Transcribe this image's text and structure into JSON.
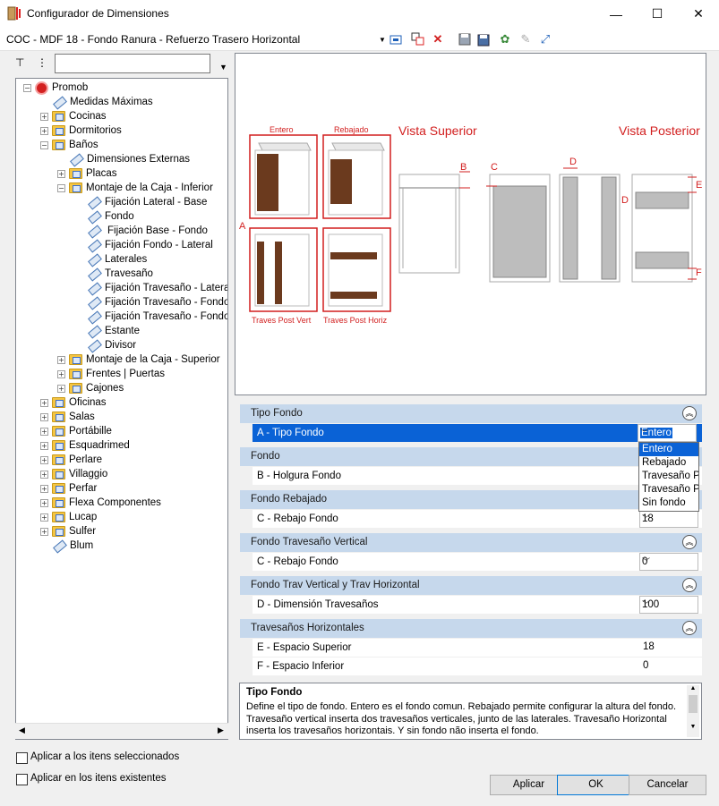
{
  "window": {
    "title": "Configurador de Dimensiones"
  },
  "toolbar": {
    "config_name": "COC - MDF 18 - Fondo Ranura - Refuerzo Trasero Horizontal"
  },
  "tree": {
    "search_value": "",
    "nodes": [
      {
        "label": "Promob"
      },
      {
        "label": "Medidas Máximas"
      },
      {
        "label": "Cocinas"
      },
      {
        "label": "Dormitorios"
      },
      {
        "label": "Baños"
      },
      {
        "label": "Dimensiones Externas"
      },
      {
        "label": "Placas"
      },
      {
        "label": "Montaje de la Caja - Inferior"
      },
      {
        "label": "Fijación Lateral - Base"
      },
      {
        "label": "Fondo"
      },
      {
        "label": "Fijación Base - Fondo"
      },
      {
        "label": "Fijación Fondo - Lateral"
      },
      {
        "label": "Laterales"
      },
      {
        "label": "Travesaño"
      },
      {
        "label": "Fijación Travesaño - Lateral"
      },
      {
        "label": "Fijación Travesaño - Fondo I"
      },
      {
        "label": "Fijación Travesaño - Fondo I"
      },
      {
        "label": "Estante"
      },
      {
        "label": "Divisor"
      },
      {
        "label": "Montaje de la Caja - Superior"
      },
      {
        "label": "Frentes | Puertas"
      },
      {
        "label": "Cajones"
      },
      {
        "label": "Oficinas"
      },
      {
        "label": "Salas"
      },
      {
        "label": "Portábille"
      },
      {
        "label": "Esquadrimed"
      },
      {
        "label": "Perlare"
      },
      {
        "label": "Villaggio"
      },
      {
        "label": "Perfar"
      },
      {
        "label": "Flexa Componentes"
      },
      {
        "label": "Lucap"
      },
      {
        "label": "Sulfer"
      },
      {
        "label": "Blum"
      }
    ]
  },
  "preview": {
    "label_entero": "Entero",
    "label_rebajado": "Rebajado",
    "label_vista_superior": "Vista Superior",
    "label_vista_posterior": "Vista Posterior",
    "label_traves_vert": "Traves Post Vert",
    "label_traves_horiz": "Traves Post Horiz",
    "dim_a": "A",
    "dim_b": "B",
    "dim_c": "C",
    "dim_d": "D",
    "dim_d2": "D",
    "dim_e": "E",
    "dim_f": "F"
  },
  "properties": {
    "sections": [
      {
        "title": "Tipo Fondo"
      },
      {
        "title": "Fondo"
      },
      {
        "title": "Fondo Rebajado"
      },
      {
        "title": "Fondo Travesaño Vertical"
      },
      {
        "title": "Fondo Trav Vertical y Trav Horizontal"
      },
      {
        "title": "Travesaños Horizontales"
      }
    ],
    "rows": [
      {
        "label": "A - Tipo Fondo",
        "value": "Entero"
      },
      {
        "label": "B - Holgura Fondo",
        "value": ""
      },
      {
        "label": "C - Rebajo Fondo",
        "value": "18"
      },
      {
        "label": "C - Rebajo Fondo",
        "value": "0"
      },
      {
        "label": "D - Dimensión Travesaños",
        "value": "100"
      },
      {
        "label": "E - Espacio Superior",
        "value": "18"
      },
      {
        "label": "F - Espacio Inferior",
        "value": "0"
      }
    ],
    "dropdown_options": [
      "Entero",
      "Rebajado",
      "Travesaño P",
      "Travesaño P",
      "Sin fondo"
    ]
  },
  "help": {
    "title": "Tipo Fondo",
    "body": "Define el tipo de fondo. Entero es el fondo comun. Rebajado permite configurar la altura del fondo. Travesaño vertical inserta dos travesaños verticales, junto de las laterales. Travesaño Horizontal inserta los travesaños horizontais. Y sin fondo não inserta el fondo."
  },
  "options": {
    "apply_selected": "Aplicar a los itens seleccionados",
    "apply_existing": "Aplicar en los itens existentes"
  },
  "buttons": {
    "apply": "Aplicar",
    "ok": "OK",
    "cancel": "Cancelar"
  },
  "colors": {
    "selection": "#0a62d6",
    "section_header": "#c6d8ec",
    "accent_red": "#d21f1f"
  }
}
